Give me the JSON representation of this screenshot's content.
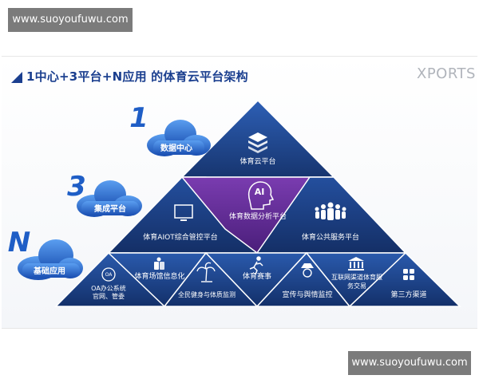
{
  "watermark": {
    "top": "www.suoyoufuwu.com",
    "bottom": "www.suoyoufuwu.com"
  },
  "header": {
    "title": "1中心+3平台+N应用  的体育云平台架构",
    "brand": "XPORTS"
  },
  "layers": [
    {
      "number": "1",
      "label": "数据中心"
    },
    {
      "number": "3",
      "label": "集成平台"
    },
    {
      "number": "N",
      "label": "基础应用"
    }
  ],
  "pyramid": {
    "top": {
      "label": "体育云平台",
      "icon": "layers-icon"
    },
    "middle_center": {
      "label": "体育数据分析平台",
      "icon": "ai-head-icon",
      "icon_text": "AI"
    },
    "middle_left": {
      "label": "体育AIOT综合管控平台",
      "icon": "monitor-icon"
    },
    "middle_right": {
      "label": "体育公共服务平台",
      "icon": "people-icon"
    },
    "bottom": [
      {
        "label_lines": [
          "OA办公系统",
          "官网、管委"
        ],
        "icon": "oa-icon",
        "icon_text": "OA"
      },
      {
        "label_lines": [
          "体育场馆信息化"
        ],
        "icon": "book-icon"
      },
      {
        "label_lines": [
          "全民健身与体质监测"
        ],
        "icon": "palm-tree-icon"
      },
      {
        "label_lines": [
          "体育赛事"
        ],
        "icon": "runner-icon"
      },
      {
        "label_lines": [
          "宣传与舆情监控"
        ],
        "icon": "police-icon"
      },
      {
        "label_lines": [
          "互联网渠道体育服",
          "务交易"
        ],
        "icon": "bank-icon"
      },
      {
        "label_lines": [
          "第三方渠道"
        ],
        "icon": "grid-icon"
      }
    ]
  },
  "colors": {
    "title": "#1b3f8f",
    "pyramid_dark": "#102a5c",
    "pyramid_mid": "#1d3f85",
    "pyramid_light": "#2f63b8",
    "ai_purple": "#6b2d9c",
    "cloud": "#1f5ec6",
    "number": "#1f5ec6"
  }
}
